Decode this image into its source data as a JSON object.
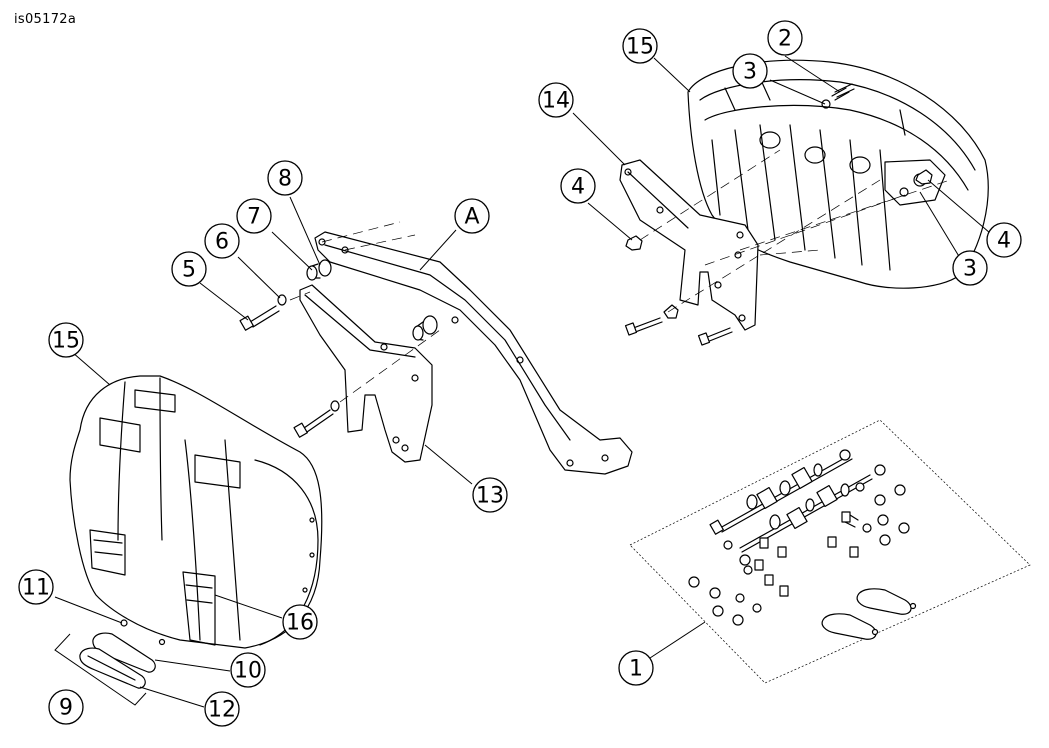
{
  "figure_id": "is05172a",
  "callouts": {
    "c1": "1",
    "c2": "2",
    "c3a": "3",
    "c3b": "3",
    "c4a": "4",
    "c4b": "4",
    "c5": "5",
    "c6": "6",
    "c7": "7",
    "c8": "8",
    "c9": "9",
    "c10": "10",
    "c11": "11",
    "c12": "12",
    "c13": "13",
    "c14": "14",
    "c15a": "15",
    "c15b": "15",
    "c16": "16",
    "cA": "A"
  }
}
